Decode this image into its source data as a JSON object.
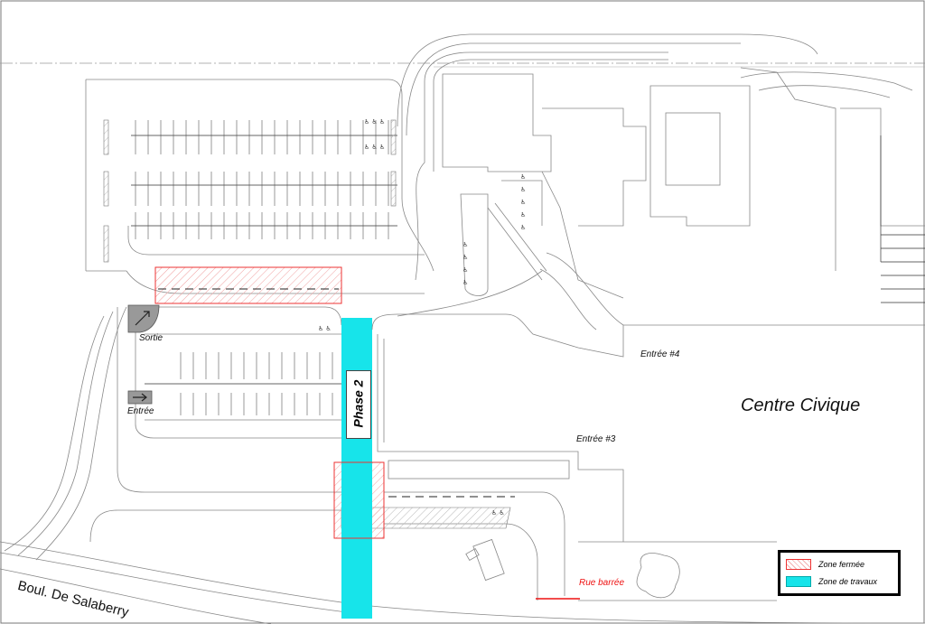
{
  "labels": {
    "sortie": "Sortie",
    "entree": "Entrée",
    "entree4": "Entrée #4",
    "entree3": "Entrée #3",
    "centre": "Centre Civique",
    "rue_barree": "Rue barrée",
    "boulevard": "Boul. De Salaberry",
    "phase": "Phase 2"
  },
  "legend": {
    "items": [
      {
        "label": "Zone fermée",
        "color": "#e33333"
      },
      {
        "label": "Zone de travaux",
        "color": "#17e4ea"
      }
    ]
  },
  "colors": {
    "closed_zone": "#e33333",
    "works_zone": "#17e4ea",
    "road_closed_line": "#e11111",
    "linework": "#8a8a8a"
  },
  "icons": [
    "arrow-exit-icon",
    "arrow-entry-icon",
    "accessible-parking-icon"
  ]
}
